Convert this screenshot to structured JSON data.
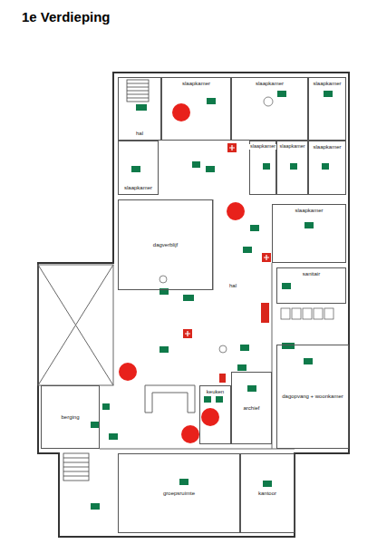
{
  "diagram": {
    "title": "1e Verdieping",
    "nodes": [
      {
        "text": [
          "hal"
        ]
      },
      {
        "text": [
          "slaapkamer"
        ]
      },
      {
        "text": [
          "slaapkamer"
        ]
      },
      {
        "text": [
          "slaapkamer"
        ]
      },
      {
        "text": [
          "slaapkamer"
        ]
      },
      {
        "text": [
          "slaapkamer"
        ]
      },
      {
        "text": [
          "slaapkamer"
        ]
      },
      {
        "text": [
          "slaapkamer"
        ]
      },
      {
        "text": [
          "slaapkamer"
        ]
      },
      {
        "text": [
          "dagverblijf"
        ]
      },
      {
        "text": [
          "sanitair"
        ]
      },
      {
        "text": [
          "dagopvang + woonkamer"
        ]
      },
      {
        "text": [
          "keuken"
        ]
      },
      {
        "text": [
          "archief"
        ]
      },
      {
        "text": [
          "berging"
        ]
      },
      {
        "text": [
          "groepsruimte"
        ]
      },
      {
        "text": [
          "kantoor"
        ]
      }
    ],
    "labels": [
      "hal"
    ]
  }
}
